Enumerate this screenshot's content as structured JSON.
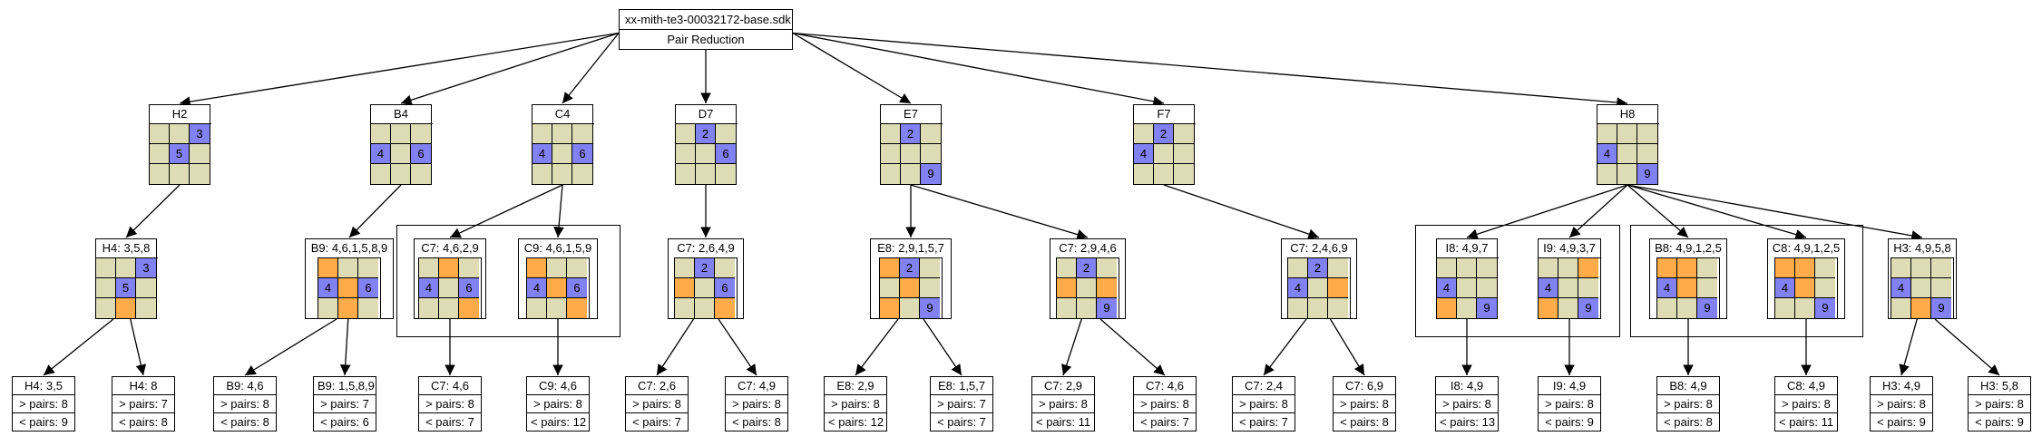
{
  "colors": {
    "empty": "#dddcb5",
    "candidate": "#8181f2",
    "highlight": "#ffab4a",
    "line": "#000000"
  },
  "root": {
    "file": "xx-mith-te3-00032172-base.sdk",
    "label": "Pair Reduction"
  },
  "level1": [
    {
      "id": "H2",
      "cells": [
        [
          "",
          ""
        ],
        [
          "",
          ""
        ],
        [
          "3",
          "B"
        ],
        [
          "",
          ""
        ],
        [
          "5",
          "B"
        ],
        [
          "",
          ""
        ],
        [
          "",
          ""
        ],
        [
          "",
          ""
        ],
        [
          "",
          ""
        ]
      ]
    },
    {
      "id": "B4",
      "cells": [
        [
          "",
          ""
        ],
        [
          "",
          ""
        ],
        [
          "",
          ""
        ],
        [
          "4",
          "B"
        ],
        [
          "",
          ""
        ],
        [
          "6",
          "B"
        ],
        [
          "",
          ""
        ],
        [
          "",
          ""
        ],
        [
          "",
          ""
        ]
      ]
    },
    {
      "id": "C4",
      "cells": [
        [
          "",
          ""
        ],
        [
          "",
          ""
        ],
        [
          "",
          ""
        ],
        [
          "4",
          "B"
        ],
        [
          "",
          ""
        ],
        [
          "6",
          "B"
        ],
        [
          "",
          ""
        ],
        [
          "",
          ""
        ],
        [
          "",
          ""
        ]
      ]
    },
    {
      "id": "D7",
      "cells": [
        [
          "",
          ""
        ],
        [
          "2",
          "B"
        ],
        [
          "",
          ""
        ],
        [
          "",
          ""
        ],
        [
          "",
          ""
        ],
        [
          "6",
          "B"
        ],
        [
          "",
          ""
        ],
        [
          "",
          ""
        ],
        [
          "",
          ""
        ]
      ]
    },
    {
      "id": "E7",
      "cells": [
        [
          "",
          ""
        ],
        [
          "2",
          "B"
        ],
        [
          "",
          ""
        ],
        [
          "",
          ""
        ],
        [
          "",
          ""
        ],
        [
          "",
          ""
        ],
        [
          "",
          ""
        ],
        [
          "",
          ""
        ],
        [
          "9",
          "B"
        ]
      ]
    },
    {
      "id": "F7",
      "cells": [
        [
          "",
          ""
        ],
        [
          "2",
          "B"
        ],
        [
          "",
          ""
        ],
        [
          "4",
          "B"
        ],
        [
          "",
          ""
        ],
        [
          "",
          ""
        ],
        [
          "",
          ""
        ],
        [
          "",
          ""
        ],
        [
          "",
          ""
        ]
      ]
    },
    {
      "id": "H8",
      "cells": [
        [
          "",
          ""
        ],
        [
          "",
          ""
        ],
        [
          "",
          ""
        ],
        [
          "4",
          "B"
        ],
        [
          "",
          ""
        ],
        [
          "",
          ""
        ],
        [
          "",
          ""
        ],
        [
          "",
          ""
        ],
        [
          "9",
          "B"
        ]
      ]
    }
  ],
  "level2": [
    {
      "id": "H4: 3,5,8",
      "cells": [
        [
          "",
          ""
        ],
        [
          "",
          ""
        ],
        [
          "3",
          "B"
        ],
        [
          "",
          ""
        ],
        [
          "5",
          "B"
        ],
        [
          "",
          ""
        ],
        [
          "",
          ""
        ],
        [
          "",
          "O"
        ],
        [
          "",
          ""
        ]
      ]
    },
    {
      "id": "B9: 4,6,1,5,8,9",
      "cells": [
        [
          "",
          "O"
        ],
        [
          "",
          ""
        ],
        [
          "",
          ""
        ],
        [
          "4",
          "B"
        ],
        [
          "",
          "O"
        ],
        [
          "6",
          "B"
        ],
        [
          "",
          ""
        ],
        [
          "",
          "O"
        ],
        [
          "",
          ""
        ]
      ]
    },
    {
      "id": "C7: 4,6,2,9",
      "cells": [
        [
          "",
          ""
        ],
        [
          "",
          "O"
        ],
        [
          "",
          ""
        ],
        [
          "4",
          "B"
        ],
        [
          "",
          ""
        ],
        [
          "6",
          "B"
        ],
        [
          "",
          ""
        ],
        [
          "",
          ""
        ],
        [
          "",
          "O"
        ]
      ]
    },
    {
      "id": "C9: 4,6,1,5,9",
      "cells": [
        [
          "",
          "O"
        ],
        [
          "",
          ""
        ],
        [
          "",
          ""
        ],
        [
          "4",
          "B"
        ],
        [
          "",
          "O"
        ],
        [
          "6",
          "B"
        ],
        [
          "",
          ""
        ],
        [
          "",
          ""
        ],
        [
          "",
          "O"
        ]
      ]
    },
    {
      "id": "C7: 2,6,4,9",
      "cells": [
        [
          "",
          ""
        ],
        [
          "2",
          "B"
        ],
        [
          "",
          ""
        ],
        [
          "",
          "O"
        ],
        [
          "",
          ""
        ],
        [
          "6",
          "B"
        ],
        [
          "",
          ""
        ],
        [
          "",
          ""
        ],
        [
          "",
          "O"
        ]
      ]
    },
    {
      "id": "E8: 2,9,1,5,7",
      "cells": [
        [
          "",
          "O"
        ],
        [
          "2",
          "B"
        ],
        [
          "",
          ""
        ],
        [
          "",
          ""
        ],
        [
          "",
          "O"
        ],
        [
          "",
          ""
        ],
        [
          "",
          "O"
        ],
        [
          "",
          ""
        ],
        [
          "9",
          "B"
        ]
      ]
    },
    {
      "id": "C7: 2,9,4,6",
      "cells": [
        [
          "",
          ""
        ],
        [
          "2",
          "B"
        ],
        [
          "",
          ""
        ],
        [
          "",
          "O"
        ],
        [
          "",
          ""
        ],
        [
          "",
          "O"
        ],
        [
          "",
          ""
        ],
        [
          "",
          ""
        ],
        [
          "9",
          "B"
        ]
      ]
    },
    {
      "id": "C7: 2,4,6,9",
      "cells": [
        [
          "",
          ""
        ],
        [
          "2",
          "B"
        ],
        [
          "",
          ""
        ],
        [
          "4",
          "B"
        ],
        [
          "",
          ""
        ],
        [
          "",
          "O"
        ],
        [
          "",
          ""
        ],
        [
          "",
          ""
        ],
        [
          "",
          ""
        ]
      ]
    },
    {
      "id": "I8: 4,9,7",
      "cells": [
        [
          "",
          ""
        ],
        [
          "",
          ""
        ],
        [
          "",
          ""
        ],
        [
          "4",
          "B"
        ],
        [
          "",
          ""
        ],
        [
          "",
          ""
        ],
        [
          "",
          "O"
        ],
        [
          "",
          ""
        ],
        [
          "9",
          "B"
        ]
      ]
    },
    {
      "id": "I9: 4,9,3,7",
      "cells": [
        [
          "",
          ""
        ],
        [
          "",
          ""
        ],
        [
          "",
          "O"
        ],
        [
          "4",
          "B"
        ],
        [
          "",
          ""
        ],
        [
          "",
          ""
        ],
        [
          "",
          "O"
        ],
        [
          "",
          ""
        ],
        [
          "9",
          "B"
        ]
      ]
    },
    {
      "id": "B8: 4,9,1,2,5",
      "cells": [
        [
          "",
          "O"
        ],
        [
          "",
          "O"
        ],
        [
          "",
          ""
        ],
        [
          "4",
          "B"
        ],
        [
          "",
          "O"
        ],
        [
          "",
          ""
        ],
        [
          "",
          ""
        ],
        [
          "",
          ""
        ],
        [
          "9",
          "B"
        ]
      ]
    },
    {
      "id": "C8: 4,9,1,2,5",
      "cells": [
        [
          "",
          "O"
        ],
        [
          "",
          "O"
        ],
        [
          "",
          ""
        ],
        [
          "4",
          "B"
        ],
        [
          "",
          "O"
        ],
        [
          "",
          ""
        ],
        [
          "",
          ""
        ],
        [
          "",
          ""
        ],
        [
          "9",
          "B"
        ]
      ]
    },
    {
      "id": "H3: 4,9,5,8",
      "cells": [
        [
          "",
          ""
        ],
        [
          "",
          ""
        ],
        [
          "",
          ""
        ],
        [
          "4",
          "B"
        ],
        [
          "",
          ""
        ],
        [
          "",
          ""
        ],
        [
          "",
          ""
        ],
        [
          "",
          "O"
        ],
        [
          "9",
          "B"
        ]
      ]
    }
  ],
  "leaves": [
    {
      "id": "H4: 3,5",
      "gt": "> pairs: 8",
      "lt": "< pairs: 9"
    },
    {
      "id": "H4: 8",
      "gt": "> pairs: 7",
      "lt": "< pairs: 8"
    },
    {
      "id": "B9: 4,6",
      "gt": "> pairs: 8",
      "lt": "< pairs: 8"
    },
    {
      "id": "B9: 1,5,8,9",
      "gt": "> pairs: 7",
      "lt": "< pairs: 6"
    },
    {
      "id": "C7: 4,6",
      "gt": "> pairs: 8",
      "lt": "< pairs: 7"
    },
    {
      "id": "C9: 4,6",
      "gt": "> pairs: 8",
      "lt": "< pairs: 12"
    },
    {
      "id": "C7: 2,6",
      "gt": "> pairs: 8",
      "lt": "< pairs: 7"
    },
    {
      "id": "C7: 4,9",
      "gt": "> pairs: 8",
      "lt": "< pairs: 8"
    },
    {
      "id": "E8: 2,9",
      "gt": "> pairs: 8",
      "lt": "< pairs: 12"
    },
    {
      "id": "E8: 1,5,7",
      "gt": "> pairs: 7",
      "lt": "< pairs: 7"
    },
    {
      "id": "C7: 2,9",
      "gt": "> pairs: 8",
      "lt": "< pairs: 11"
    },
    {
      "id": "C7: 4,6",
      "gt": "> pairs: 8",
      "lt": "< pairs: 7"
    },
    {
      "id": "C7: 2,4",
      "gt": "> pairs: 8",
      "lt": "< pairs: 7"
    },
    {
      "id": "C7: 6,9",
      "gt": "> pairs: 8",
      "lt": "< pairs: 8"
    },
    {
      "id": "I8: 4,9",
      "gt": "> pairs: 8",
      "lt": "< pairs: 13"
    },
    {
      "id": "I9: 4,9",
      "gt": "> pairs: 8",
      "lt": "< pairs: 9"
    },
    {
      "id": "B8: 4,9",
      "gt": "> pairs: 8",
      "lt": "< pairs: 8"
    },
    {
      "id": "C8: 4,9",
      "gt": "> pairs: 8",
      "lt": "< pairs: 11"
    },
    {
      "id": "H3: 4,9",
      "gt": "> pairs: 8",
      "lt": "< pairs: 9"
    },
    {
      "id": "H3: 5,8",
      "gt": "> pairs: 8",
      "lt": "< pairs: 9"
    }
  ],
  "edges": {
    "root_to_level1": [
      0,
      1,
      2,
      3,
      4,
      5,
      6
    ],
    "level1_to_level2": [
      [
        0,
        0
      ],
      [
        1,
        1
      ],
      [
        2,
        2
      ],
      [
        2,
        3
      ],
      [
        3,
        4
      ],
      [
        4,
        5
      ],
      [
        4,
        6
      ],
      [
        5,
        7
      ],
      [
        6,
        8
      ],
      [
        6,
        9
      ],
      [
        6,
        10
      ],
      [
        6,
        11
      ],
      [
        6,
        12
      ]
    ],
    "level2_to_leaf": [
      [
        0,
        0
      ],
      [
        0,
        1
      ],
      [
        1,
        2
      ],
      [
        1,
        3
      ],
      [
        2,
        4
      ],
      [
        3,
        5
      ],
      [
        4,
        6
      ],
      [
        4,
        7
      ],
      [
        5,
        8
      ],
      [
        5,
        9
      ],
      [
        6,
        10
      ],
      [
        6,
        11
      ],
      [
        7,
        12
      ],
      [
        7,
        13
      ],
      [
        8,
        14
      ],
      [
        9,
        15
      ],
      [
        10,
        16
      ],
      [
        11,
        17
      ],
      [
        12,
        18
      ],
      [
        12,
        19
      ]
    ]
  }
}
